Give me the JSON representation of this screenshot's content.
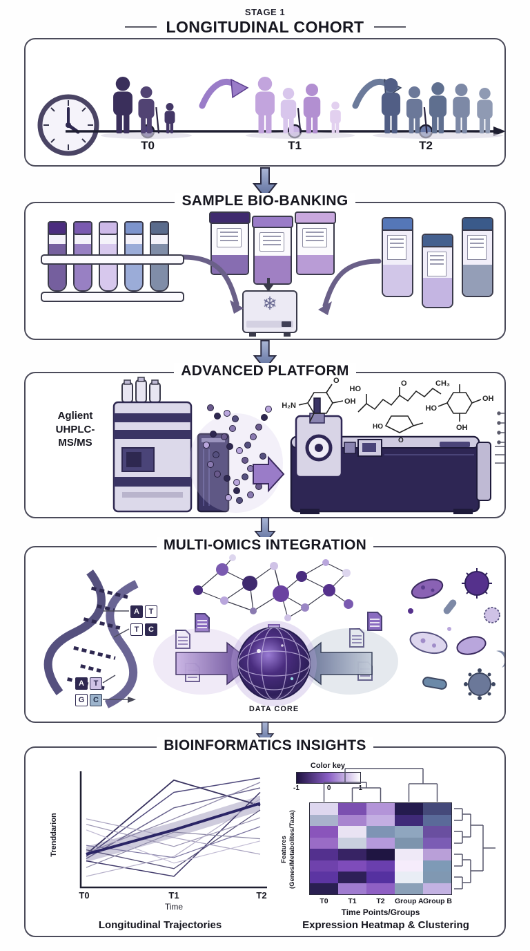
{
  "header": {
    "stage": "STAGE 1",
    "title": "LONGITUDINAL COHORT"
  },
  "cohort": {
    "timeline_labels": [
      "T0",
      "T1",
      "T2"
    ],
    "dot_colors": [
      "#4a3d7c",
      "#c9b4e4",
      "#6b7aa8"
    ],
    "groups": [
      {
        "label": "T0",
        "size": 3,
        "fills": [
          "#3a2f5b",
          "#514373",
          "#433766"
        ],
        "heights": [
          82,
          68,
          44
        ],
        "cane": [
          false,
          true,
          false
        ]
      },
      {
        "label": "T1",
        "size": 4,
        "fills": [
          "#c2a4dd",
          "#d8c6ec",
          "#b28fd1",
          "#e2d0ef"
        ],
        "heights": [
          82,
          66,
          72,
          46
        ],
        "cane": [
          false,
          true,
          false,
          false
        ]
      },
      {
        "label": "T2",
        "size": 5,
        "fills": [
          "#515e85",
          "#6b7899",
          "#5f6f8f",
          "#7d89a6",
          "#8f9ab3"
        ],
        "heights": [
          80,
          68,
          74,
          72,
          66
        ],
        "cane": [
          false,
          true,
          false,
          false,
          false
        ]
      }
    ]
  },
  "biobanking": {
    "title": "SAMPLE BIO-BANKING",
    "tube_colors": [
      "#4b2d7f",
      "#7a5ab0",
      "#cdb9e8",
      "#7d94cc",
      "#5a6b8c"
    ],
    "jar_lid_colors": [
      "#3f2a6e",
      "#9a7cc8",
      "#c9a8de"
    ],
    "jar_fill_colors": [
      "#6a4a9e",
      "#8a62b4",
      "#a984cc"
    ],
    "vial_cap_colors": [
      "#5577b8",
      "#44608f",
      "#3a5a8a"
    ],
    "vial_fill_colors": [
      "#c9bce4",
      "#b9a6dc",
      "#7d89a6"
    ],
    "snowflake": "❄"
  },
  "platform": {
    "title": "ADVANCED PLATFORM",
    "instrument_lines": [
      "Aglient",
      "UHPLC-",
      "MS/MS"
    ],
    "chem_labels": [
      "H₂N",
      "O",
      "OH",
      "HO",
      "O",
      "CH₃",
      "HO",
      "O",
      "OH",
      "HO",
      "OH"
    ]
  },
  "omics": {
    "title": "MULTI-OMICS INTEGRATION",
    "core_label": "DATA CORE",
    "base_pairs": [
      {
        "left": "A",
        "right": "T"
      },
      {
        "left": "T",
        "right": "C"
      },
      {
        "left": "A",
        "right": "T"
      },
      {
        "left": "G",
        "right": "C"
      }
    ]
  },
  "insights": {
    "title": "BIOINFORMATICS INSIGHTS",
    "left_caption": "Longitudinal Trajectories",
    "right_caption": "Expression Heatmap & Clustering"
  },
  "chart_data": [
    {
      "type": "line",
      "title": "Longitudinal Trajectories",
      "x": [
        "T0",
        "T1",
        "T2"
      ],
      "xlabel": "Time",
      "ylabel": "Trenddarion",
      "ylim": [
        0,
        1
      ],
      "grid": false,
      "trend": {
        "name": "mean trend",
        "values": [
          0.3,
          0.52,
          0.76
        ],
        "color": "#2b2566",
        "band": 0.07,
        "band_color": "#8d86ad"
      },
      "series": [
        {
          "values": [
            0.3,
            0.97,
            0.74
          ],
          "color": "#37315e",
          "w": 1.8
        },
        {
          "values": [
            0.28,
            0.86,
            0.99
          ],
          "color": "#4d477a",
          "w": 1.5
        },
        {
          "values": [
            0.26,
            0.72,
            0.9
          ],
          "color": "#6a648e",
          "w": 1.5
        },
        {
          "values": [
            0.31,
            0.62,
            0.95
          ],
          "color": "#8d87a8",
          "w": 1.3
        },
        {
          "values": [
            0.24,
            0.1,
            0.86
          ],
          "color": "#3d3668",
          "w": 1.5
        },
        {
          "values": [
            0.34,
            0.17,
            0.7
          ],
          "color": "#565078",
          "w": 1.3
        },
        {
          "values": [
            0.57,
            0.37,
            0.63
          ],
          "color": "#9a94b2",
          "w": 1.2
        },
        {
          "values": [
            0.62,
            0.45,
            0.3
          ],
          "color": "#aaa4c0",
          "w": 1.2
        },
        {
          "values": [
            0.18,
            0.5,
            0.44
          ],
          "color": "#8d89a6",
          "w": 1.2
        },
        {
          "values": [
            0.1,
            0.28,
            0.8
          ],
          "color": "#b4aec8",
          "w": 1.2
        },
        {
          "values": [
            0.38,
            0.27,
            0.55
          ],
          "color": "#7a74a0",
          "w": 1.2
        },
        {
          "values": [
            0.52,
            0.22,
            0.42
          ],
          "color": "#c2bcd4",
          "w": 1.2
        }
      ]
    },
    {
      "type": "heatmap",
      "title": "Expression Heatmap & Clustering",
      "columns": [
        "T0",
        "T1",
        "T2",
        "Group A",
        "Group B"
      ],
      "xlabel": "Time Points/Groups",
      "ylabel_line1": "Features",
      "ylabel_line2": "(Genes/Metabolites/Taxa)",
      "color_key": {
        "label": "Color key",
        "ticks": [
          "-1",
          "0",
          "1"
        ],
        "scale": [
          "#1e1240",
          "#8a5fc5",
          "#ffffff"
        ]
      },
      "values": [
        [
          0.8,
          -0.1,
          0.4,
          -0.95,
          -0.5
        ],
        [
          0.35,
          0.2,
          0.55,
          -0.75,
          -0.3
        ],
        [
          -0.2,
          0.9,
          0.3,
          0.4,
          -0.35
        ],
        [
          0.0,
          0.6,
          0.35,
          0.25,
          -0.15
        ],
        [
          -0.6,
          -0.8,
          -0.97,
          0.9,
          0.3
        ],
        [
          -0.4,
          -0.3,
          -0.5,
          0.95,
          0.25
        ],
        [
          -0.55,
          -0.85,
          -0.6,
          0.85,
          0.2
        ],
        [
          -0.9,
          0.1,
          -0.25,
          0.2,
          0.5
        ]
      ],
      "cell_colors": [
        [
          "#ded7ef",
          "#7b4fb0",
          "#b394d8",
          "#241b4e",
          "#45497a"
        ],
        [
          "#a9b2cc",
          "#a884cf",
          "#c3aee2",
          "#3f2a78",
          "#5a6a99"
        ],
        [
          "#8a55bb",
          "#e9e3f3",
          "#7e94b4",
          "#8fa6bf",
          "#6a4fa0"
        ],
        [
          "#9a6cc6",
          "#c9d0df",
          "#b599dc",
          "#7d94ad",
          "#7b5cb4"
        ],
        [
          "#53308e",
          "#372364",
          "#1f1542",
          "#efe9f7",
          "#b99fd8"
        ],
        [
          "#6f42ac",
          "#7e4cba",
          "#6a3fae",
          "#f6ecfb",
          "#7e9ab6"
        ],
        [
          "#5c35a2",
          "#2e2058",
          "#5531a0",
          "#e9edf5",
          "#8098b2"
        ],
        [
          "#2a1f52",
          "#a07cd0",
          "#8f60c4",
          "#8ba0b8",
          "#c3b2e2"
        ]
      ]
    }
  ]
}
